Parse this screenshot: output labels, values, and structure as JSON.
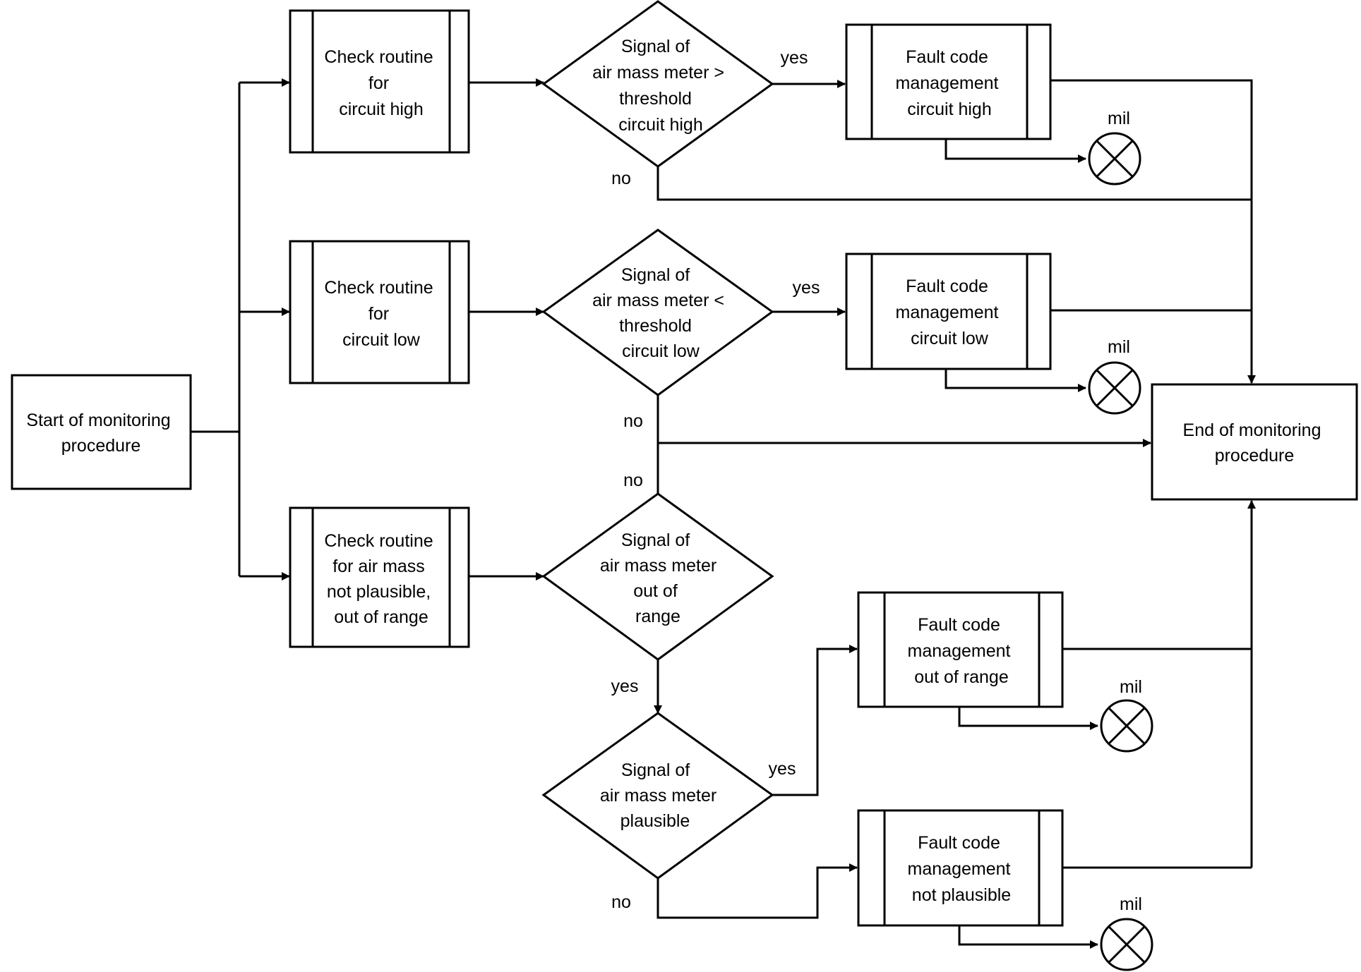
{
  "nodes": {
    "start": {
      "lines": [
        "Start of monitoring",
        "procedure"
      ]
    },
    "end": {
      "lines": [
        "End of monitoring",
        "procedure"
      ]
    },
    "check_high": {
      "lines": [
        "Check routine",
        "for",
        "circuit high"
      ]
    },
    "check_low": {
      "lines": [
        "Check routine",
        "for",
        "circuit low"
      ]
    },
    "check_plaus": {
      "lines": [
        "Check routine",
        "for air mass",
        "not plausible,",
        "out of range"
      ]
    },
    "dec_high": {
      "lines": [
        "Signal of",
        "air mass meter >",
        "threshold",
        "circuit high"
      ]
    },
    "dec_low": {
      "lines": [
        "Signal of",
        "air mass meter <",
        "threshold",
        "circuit low"
      ]
    },
    "dec_range": {
      "lines": [
        "Signal of",
        "air mass meter",
        "out of",
        "range"
      ]
    },
    "dec_plaus": {
      "lines": [
        "Signal of",
        "air mass meter",
        "plausible"
      ]
    },
    "fault_high": {
      "lines": [
        "Fault code",
        "management",
        "circuit high"
      ]
    },
    "fault_low": {
      "lines": [
        "Fault code",
        "management",
        "circuit low"
      ]
    },
    "fault_range": {
      "lines": [
        "Fault code",
        "management",
        "out of range"
      ]
    },
    "fault_plaus": {
      "lines": [
        "Fault code",
        "management",
        "not plausible"
      ]
    }
  },
  "branch_labels": {
    "high_yes": "yes",
    "high_no": "no",
    "low_yes": "yes",
    "low_no_1": "no",
    "low_no_2": "no",
    "range_yes": "yes",
    "plaus_yes": "yes",
    "plaus_no": "no"
  },
  "lamps": {
    "high": "mil",
    "low": "mil",
    "range": "mil",
    "plaus": "mil"
  },
  "lamp_icon": "lamp-cross-icon"
}
